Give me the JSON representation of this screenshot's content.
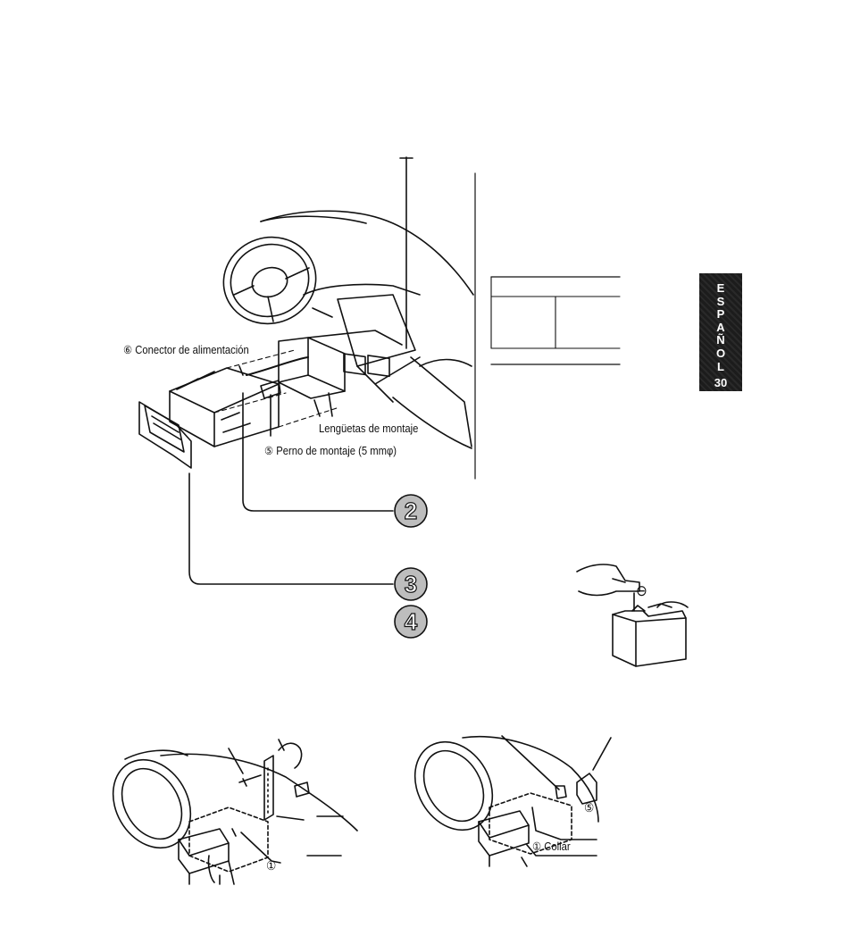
{
  "labels": {
    "power_connector": "⑥ Conector de alimentación",
    "mounting_tabs": "Lengüetas de montaje",
    "mounting_bolt": "⑤ Perno de montaje (5 mmφ)",
    "collar_left": "①",
    "collar_right": "① Collar",
    "bolt_right": "⑤"
  },
  "battery": {
    "negative_sign": "⊖"
  },
  "steps": [
    "2",
    "3",
    "4"
  ],
  "language_tab": {
    "letters": [
      "E",
      "S",
      "P",
      "A",
      "Ñ",
      "O",
      "L"
    ],
    "page_number": "30"
  }
}
